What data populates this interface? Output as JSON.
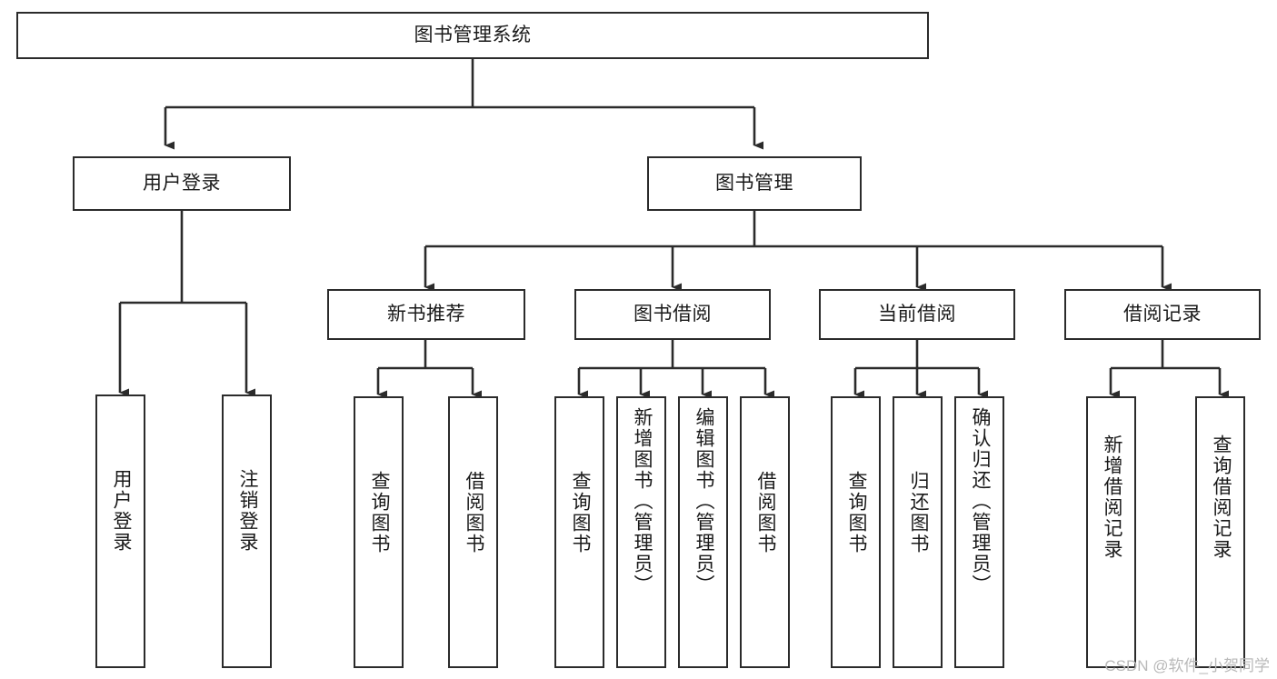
{
  "diagram": {
    "title": "图书管理系统",
    "type": "tree-structure-chart",
    "colors": {
      "box_border": "#2b2b2b",
      "box_fill": "#ffffff",
      "connector": "#3a3a3a",
      "text": "#1a1a1a",
      "watermark": "#b9b9b9",
      "background": "#ffffff"
    },
    "root": {
      "label": "图书管理系统"
    },
    "level2": [
      {
        "id": "user-login",
        "label": "用户登录"
      },
      {
        "id": "book-management",
        "label": "图书管理"
      }
    ],
    "level3": [
      {
        "id": "new-book-recommend",
        "label": "新书推荐",
        "parent": "book-management"
      },
      {
        "id": "book-borrow",
        "label": "图书借阅",
        "parent": "book-management"
      },
      {
        "id": "current-borrow",
        "label": "当前借阅",
        "parent": "book-management"
      },
      {
        "id": "borrow-record",
        "label": "借阅记录",
        "parent": "book-management"
      }
    ],
    "leaves": {
      "user_login": [
        {
          "id": "leaf-user-login",
          "label": "用户登录"
        },
        {
          "id": "leaf-logout-login",
          "label": "注销登录"
        }
      ],
      "new_book_recommend": [
        {
          "id": "leaf-query-book-1",
          "label": "查询图书"
        },
        {
          "id": "leaf-borrow-book-1",
          "label": "借阅图书"
        }
      ],
      "book_borrow": [
        {
          "id": "leaf-query-book-2",
          "label": "查询图书"
        },
        {
          "id": "leaf-add-book",
          "label": "新增图书（管理员）"
        },
        {
          "id": "leaf-edit-book",
          "label": "编辑图书（管理员）"
        },
        {
          "id": "leaf-borrow-book-2",
          "label": "借阅图书"
        }
      ],
      "current_borrow": [
        {
          "id": "leaf-query-book-3",
          "label": "查询图书"
        },
        {
          "id": "leaf-return-book",
          "label": "归还图书"
        },
        {
          "id": "leaf-confirm-return",
          "label": "确认归还（管理员）"
        }
      ],
      "borrow_record": [
        {
          "id": "leaf-add-borrow-record",
          "label": "新增借阅记录"
        },
        {
          "id": "leaf-query-borrow-record",
          "label": "查询借阅记录"
        }
      ]
    },
    "watermark": "CSDN @软件_小贺同学"
  }
}
